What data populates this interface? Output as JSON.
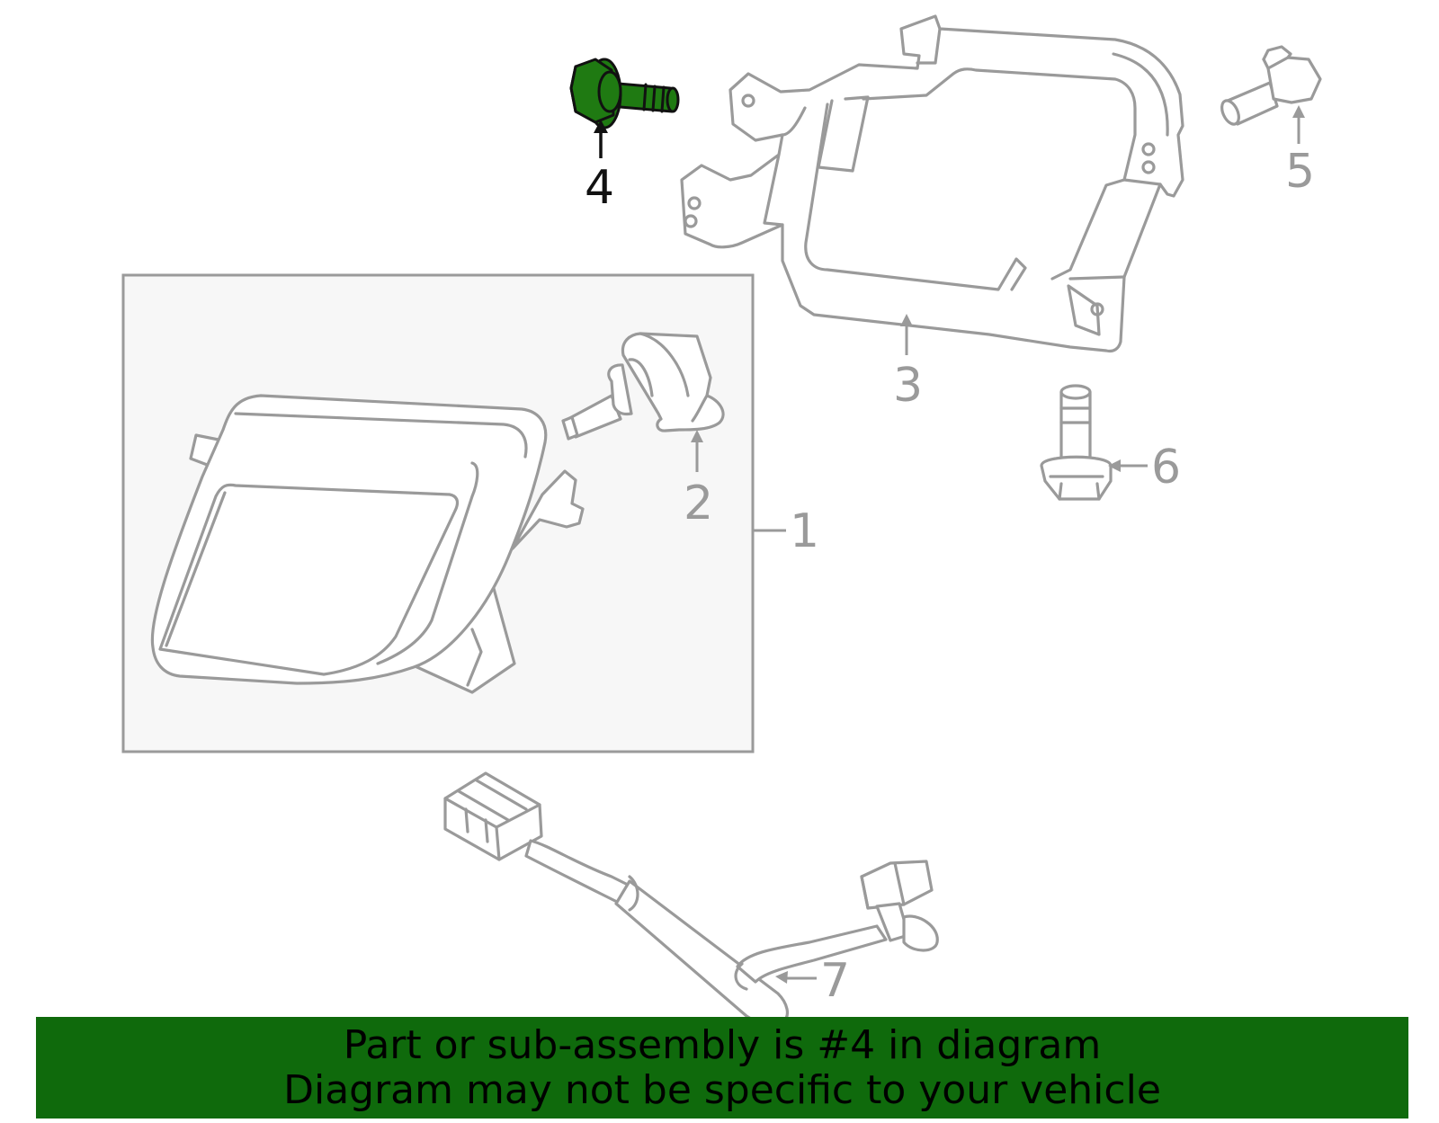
{
  "callouts": {
    "c1": "1",
    "c2": "2",
    "c3": "3",
    "c4": "4",
    "c5": "5",
    "c6": "6",
    "c7": "7"
  },
  "banner": {
    "line1": "Part or sub-assembly is #4 in diagram",
    "line2": "Diagram may not be specific to your vehicle"
  },
  "colors": {
    "highlight": "#1f7a12",
    "banner": "#0f6a0c",
    "line": "#9a9a9a",
    "subassembly_box": "#f7f7f7"
  }
}
